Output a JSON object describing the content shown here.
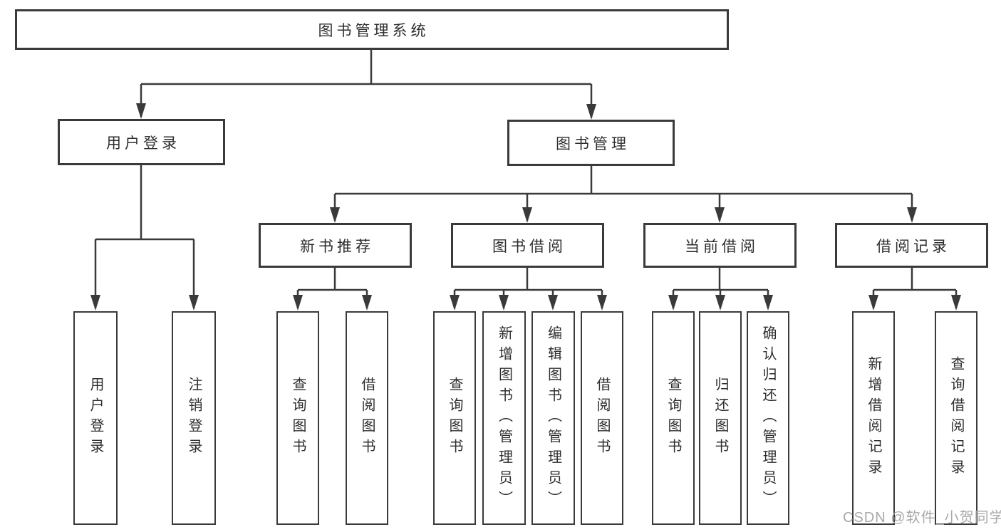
{
  "diagram": {
    "root": {
      "label": "图书管理系统"
    },
    "branches": [
      {
        "label": "用户登录",
        "children": [
          "用户登录",
          "注销登录"
        ]
      },
      {
        "label": "图书管理"
      }
    ],
    "modules": [
      {
        "label": "新书推荐",
        "children": [
          "查询图书",
          "借阅图书"
        ]
      },
      {
        "label": "图书借阅",
        "children": [
          "查询图书",
          "新增图书（管理员）",
          "编辑图书（管理员）",
          "借阅图书"
        ]
      },
      {
        "label": "当前借阅",
        "children": [
          "查询图书",
          "归还图书",
          "确认归还（管理员）"
        ]
      },
      {
        "label": "借阅记录",
        "children": [
          "新增借阅记录",
          "查询借阅记录"
        ]
      }
    ],
    "watermark": "CSDN @软件_小贺同学",
    "colors": {
      "line": "#3a3a3a",
      "text": "#2e2e2e",
      "box_border": "#3a3a3a",
      "background": "#ffffff",
      "watermark": "#a9a9a9"
    }
  }
}
